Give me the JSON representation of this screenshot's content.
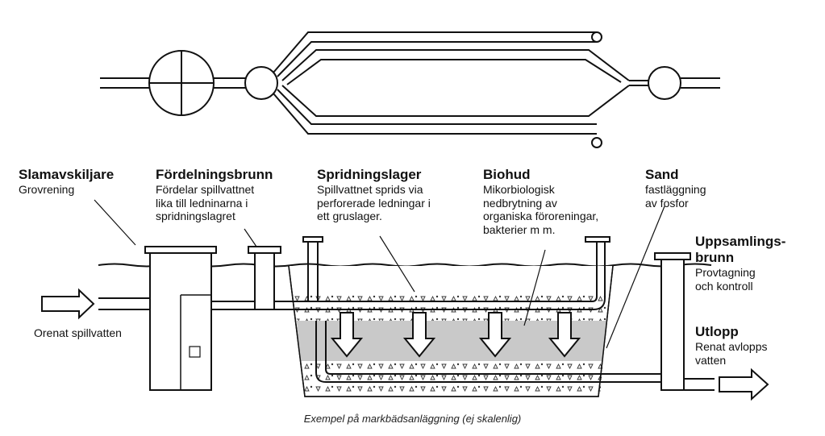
{
  "labels": {
    "slamavskiljare": {
      "title": "Slamavskiljare",
      "desc": "Grovrening"
    },
    "fordelningsbrunn": {
      "title": "Fördelningsbrunn",
      "desc1": "Fördelar spillvattnet",
      "desc2": "lika till ledninarna i",
      "desc3": "spridningslagret"
    },
    "spridningslager": {
      "title": "Spridningslager",
      "desc1": "Spillvattnet sprids via",
      "desc2": "perforerade ledningar i",
      "desc3": "ett gruslager."
    },
    "biohud": {
      "title": "Biohud",
      "desc1": "Mikorbiologisk",
      "desc2": "nedbrytning av",
      "desc3": "organiska föroreningar,",
      "desc4": "bakterier m m."
    },
    "sand": {
      "title": "Sand",
      "desc1": "fastläggning",
      "desc2": "av fosfor"
    },
    "uppsamlingsbrunn": {
      "title1": "Uppsamlings-",
      "title2": "brunn",
      "desc1": "Provtagning",
      "desc2": "och kontroll"
    },
    "utlopp": {
      "title": "Utlopp",
      "desc1": "Renat avlopps",
      "desc2": "vatten"
    },
    "inlet": "Orenat spillvatten"
  },
  "caption": "Exempel på markbädsanläggning (ej skalenlig)"
}
